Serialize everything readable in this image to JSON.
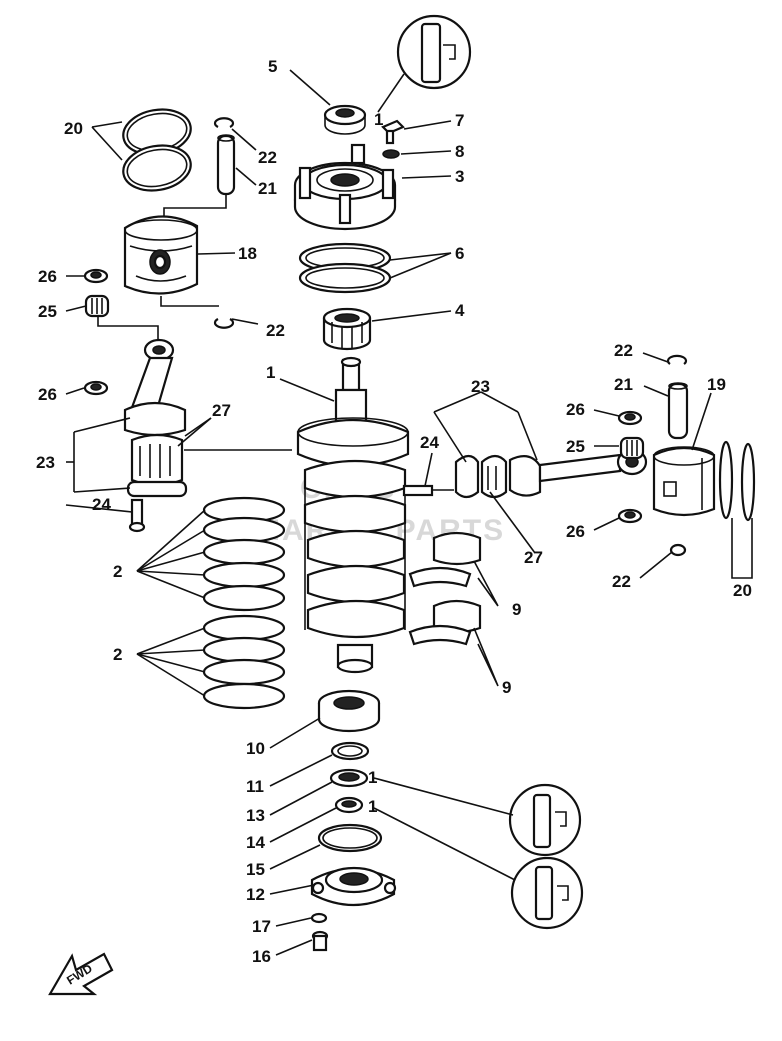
{
  "watermark": {
    "line1": "CMRS",
    "line2": "MARINE PARTS"
  },
  "direction_arrow": "FWD",
  "callouts": [
    {
      "id": "c5",
      "text": "5"
    },
    {
      "id": "c1a",
      "text": "1"
    },
    {
      "id": "c7",
      "text": "7"
    },
    {
      "id": "c8",
      "text": "8"
    },
    {
      "id": "c3",
      "text": "3"
    },
    {
      "id": "c20a",
      "text": "20"
    },
    {
      "id": "c22a",
      "text": "22"
    },
    {
      "id": "c21a",
      "text": "21"
    },
    {
      "id": "c18",
      "text": "18"
    },
    {
      "id": "c6",
      "text": "6"
    },
    {
      "id": "c26a",
      "text": "26"
    },
    {
      "id": "c25a",
      "text": "25"
    },
    {
      "id": "c22b",
      "text": "22"
    },
    {
      "id": "c4",
      "text": "4"
    },
    {
      "id": "c22c",
      "text": "22"
    },
    {
      "id": "c1",
      "text": "1"
    },
    {
      "id": "c26b",
      "text": "26"
    },
    {
      "id": "c23a",
      "text": "23"
    },
    {
      "id": "c21b",
      "text": "21"
    },
    {
      "id": "c19",
      "text": "19"
    },
    {
      "id": "c27a",
      "text": "27"
    },
    {
      "id": "c26c",
      "text": "26"
    },
    {
      "id": "c24a",
      "text": "24"
    },
    {
      "id": "c25b",
      "text": "25"
    },
    {
      "id": "c23b",
      "text": "23"
    },
    {
      "id": "c24b",
      "text": "24"
    },
    {
      "id": "c26d",
      "text": "26"
    },
    {
      "id": "c27b",
      "text": "27"
    },
    {
      "id": "c22d",
      "text": "22"
    },
    {
      "id": "c20b",
      "text": "20"
    },
    {
      "id": "c2a",
      "text": "2"
    },
    {
      "id": "c9a",
      "text": "9"
    },
    {
      "id": "c2b",
      "text": "2"
    },
    {
      "id": "c9b",
      "text": "9"
    },
    {
      "id": "c10",
      "text": "10"
    },
    {
      "id": "c11",
      "text": "11"
    },
    {
      "id": "c13",
      "text": "13"
    },
    {
      "id": "c1b",
      "text": "1"
    },
    {
      "id": "c14",
      "text": "14"
    },
    {
      "id": "c1c",
      "text": "1"
    },
    {
      "id": "c15",
      "text": "15"
    },
    {
      "id": "c12",
      "text": "12"
    },
    {
      "id": "c17",
      "text": "17"
    },
    {
      "id": "c16",
      "text": "16"
    }
  ]
}
